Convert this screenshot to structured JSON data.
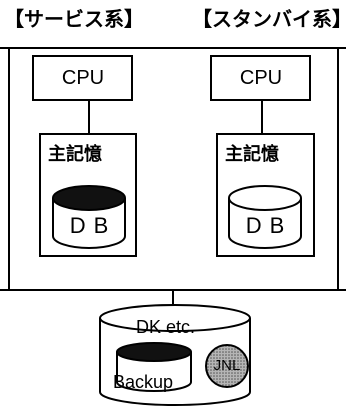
{
  "headings": {
    "service": "【サービス系】",
    "standby": "【スタンバイ系】"
  },
  "service": {
    "cpu_label": "CPU",
    "memory_label": "主記憶",
    "db_label": "DB"
  },
  "standby": {
    "cpu_label": "CPU",
    "memory_label": "主記憶",
    "db_label": "DB"
  },
  "storage": {
    "label": "DK etc.",
    "backup_label": "Backup",
    "journal_label": "JNL"
  },
  "colors": {
    "line": "#000000",
    "service_db_top": "#111111",
    "standby_db_top": "#ffffff",
    "backup_disk": "#111111",
    "journal_fill": "#9a9a9a"
  }
}
